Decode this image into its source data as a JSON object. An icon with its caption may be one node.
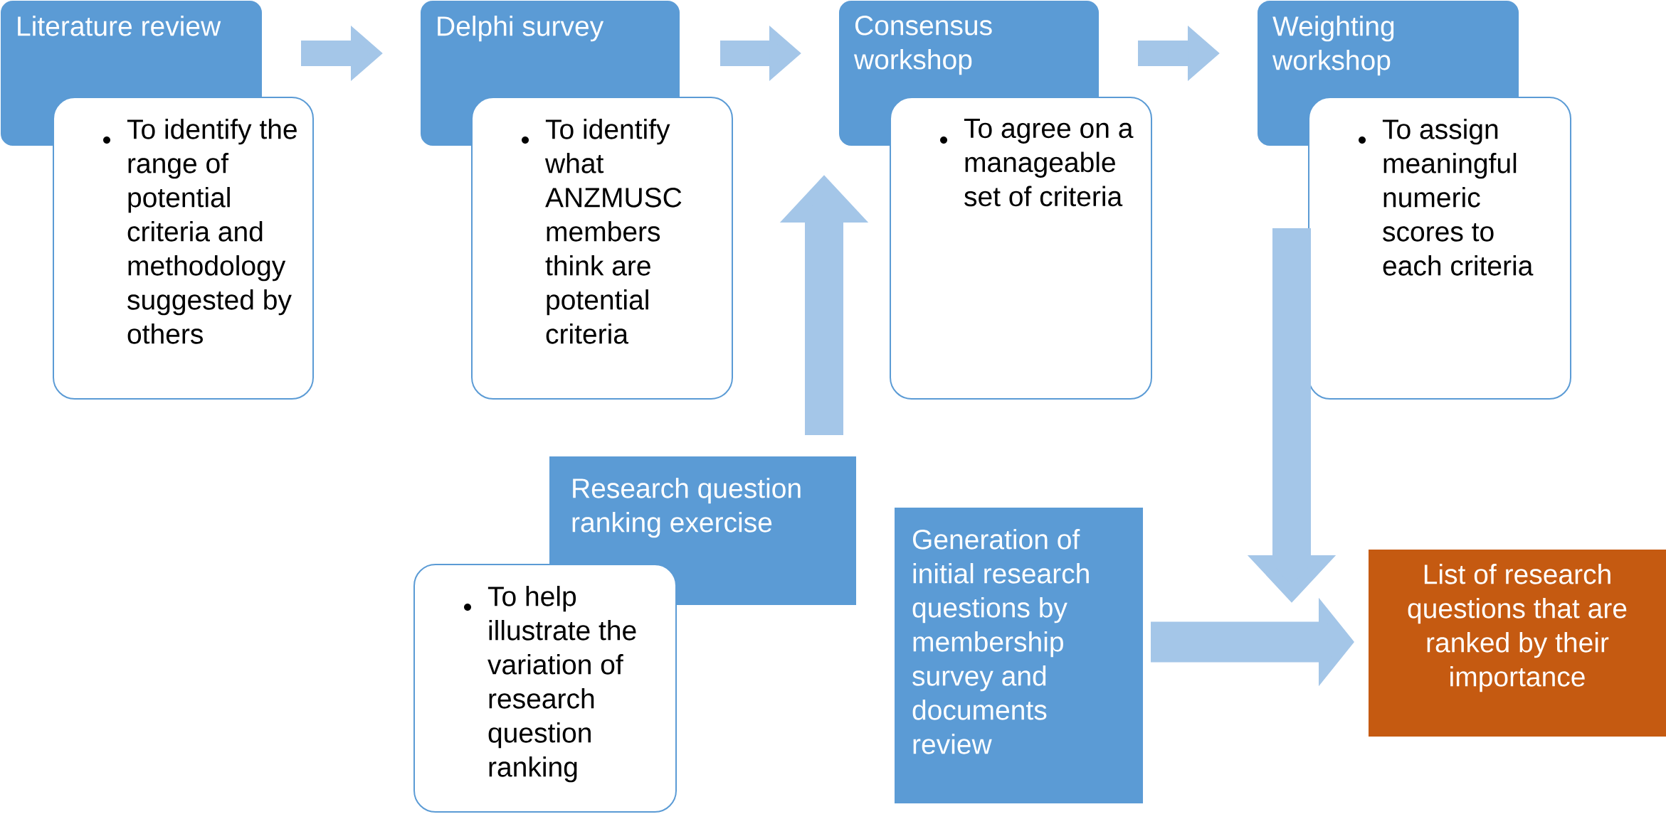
{
  "diagram": {
    "nodes": [
      {
        "text": [
          "Literature review"
        ]
      },
      {
        "text": [
          "To identify the range of potential criteria and methodology suggested by others"
        ]
      },
      {
        "text": [
          "Delphi survey"
        ]
      },
      {
        "text": [
          "To identify what ANZMUSC members think are potential criteria"
        ]
      },
      {
        "text": [
          "Consensus workshop"
        ]
      },
      {
        "text": [
          "To agree on a manageable set of criteria"
        ]
      },
      {
        "text": [
          "Weighting workshop"
        ]
      },
      {
        "text": [
          "To assign meaningful numeric scores to each criteria"
        ]
      },
      {
        "text": [
          "Research question ranking exercise"
        ]
      },
      {
        "text": [
          "To help illustrate the variation of research question ranking"
        ]
      },
      {
        "text": [
          "Generation of initial research questions by membership survey and documents review"
        ]
      },
      {
        "text": [
          "List of research questions that are ranked by their importance"
        ]
      }
    ],
    "edges": [
      {
        "from": 0,
        "to": 2,
        "arrow": "to"
      },
      {
        "from": 2,
        "to": 4,
        "arrow": "to"
      },
      {
        "from": 4,
        "to": 6,
        "arrow": "to"
      },
      {
        "from": 8,
        "to": 4,
        "arrow": "to"
      },
      {
        "from": 7,
        "to": 11,
        "arrow": "to"
      },
      {
        "from": 10,
        "to": 11,
        "arrow": "to"
      }
    ]
  }
}
